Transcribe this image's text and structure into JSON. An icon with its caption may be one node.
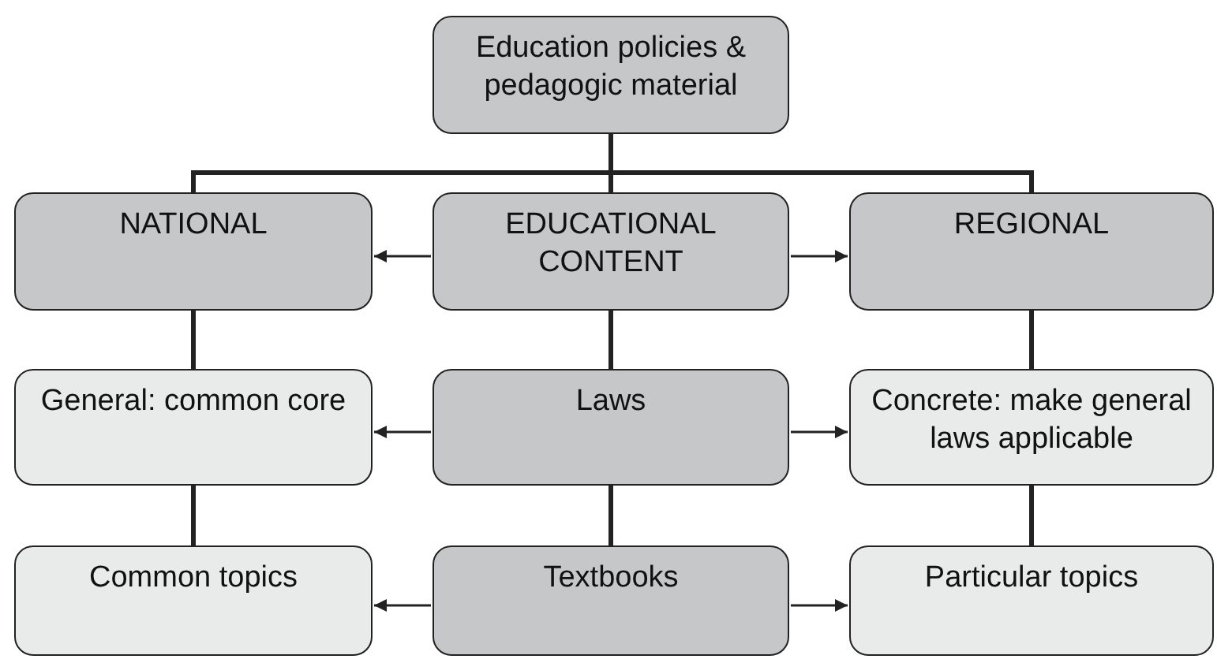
{
  "diagram": {
    "nodes": [
      {
        "text": [
          "Education policies & pedagogic material"
        ]
      },
      {
        "text": [
          "NATIONAL"
        ]
      },
      {
        "text": [
          "EDUCATIONAL CONTENT"
        ]
      },
      {
        "text": [
          "REGIONAL"
        ]
      },
      {
        "text": [
          "General: common core"
        ]
      },
      {
        "text": [
          "Laws"
        ]
      },
      {
        "text": [
          "Concrete: make general laws applicable"
        ]
      },
      {
        "text": [
          "Common topics"
        ]
      },
      {
        "text": [
          "Textbooks"
        ]
      },
      {
        "text": [
          "Particular topics"
        ]
      }
    ],
    "edges": [
      {
        "from": 0,
        "to": 1,
        "arrow": "none"
      },
      {
        "from": 0,
        "to": 2,
        "arrow": "none"
      },
      {
        "from": 0,
        "to": 3,
        "arrow": "none"
      },
      {
        "from": 2,
        "to": 1,
        "arrow": "to"
      },
      {
        "from": 2,
        "to": 3,
        "arrow": "to"
      },
      {
        "from": 1,
        "to": 4,
        "arrow": "none"
      },
      {
        "from": 2,
        "to": 5,
        "arrow": "none"
      },
      {
        "from": 3,
        "to": 6,
        "arrow": "none"
      },
      {
        "from": 5,
        "to": 4,
        "arrow": "to"
      },
      {
        "from": 5,
        "to": 6,
        "arrow": "to"
      },
      {
        "from": 4,
        "to": 7,
        "arrow": "none"
      },
      {
        "from": 5,
        "to": 8,
        "arrow": "none"
      },
      {
        "from": 6,
        "to": 9,
        "arrow": "none"
      },
      {
        "from": 8,
        "to": 7,
        "arrow": "to"
      },
      {
        "from": 8,
        "to": 9,
        "arrow": "to"
      }
    ]
  }
}
